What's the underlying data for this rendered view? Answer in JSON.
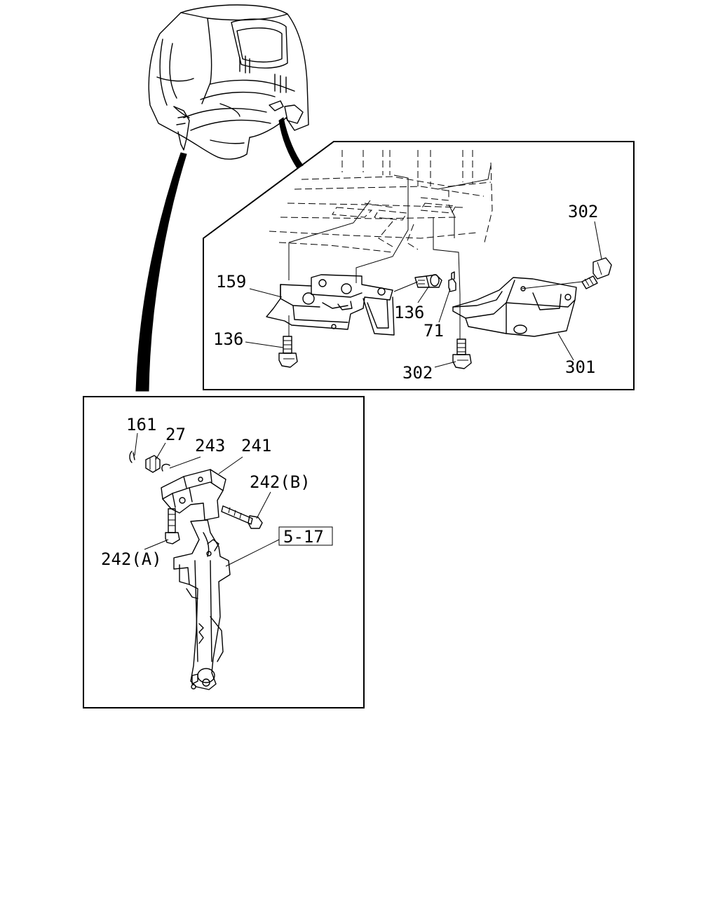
{
  "callouts_detail_top": {
    "c302_top": "302",
    "c159": "159",
    "c136_mid": "136",
    "c71": "71",
    "c136_left": "136",
    "c302_bottom": "302",
    "c301": "301"
  },
  "callouts_detail_bottom": {
    "c161": "161",
    "c27": "27",
    "c243": "243",
    "c241": "241",
    "c242b": "242(B)",
    "ref_box": "5-17",
    "c242a": "242(A)"
  }
}
